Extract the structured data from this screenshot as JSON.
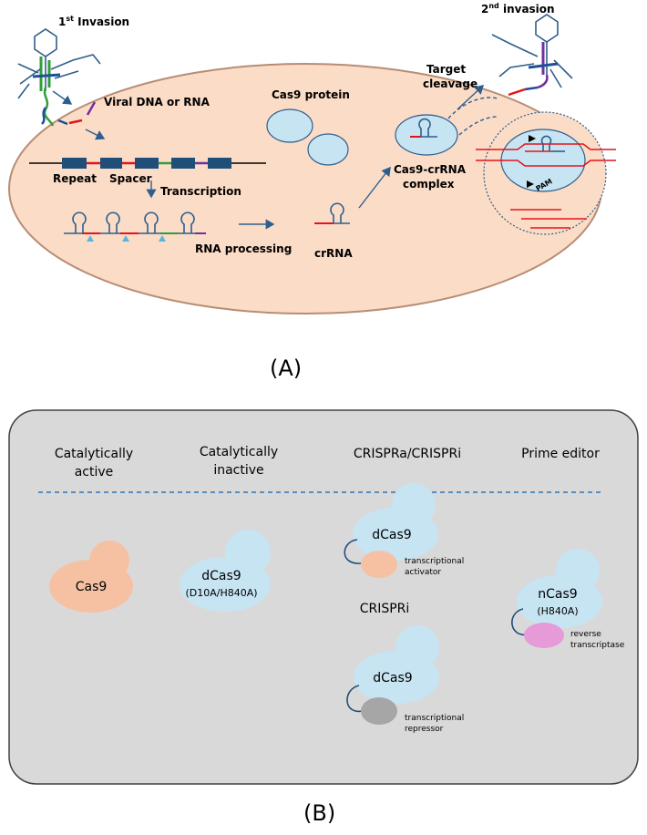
{
  "panel_a": {
    "first_invasion_label": "1",
    "first_invasion_sup": "st",
    "first_invasion_rest": " Invasion",
    "second_invasion_label": "2",
    "second_invasion_sup": "nd",
    "second_invasion_rest": " invasion",
    "viral_dna_label": "Viral DNA  or RNA",
    "repeat_label": "Repeat",
    "spacer_label": "Spacer",
    "transcription_label": "Transcription",
    "rna_processing_label": "RNA processing",
    "crrna_label": "crRNA",
    "cas9_protein_label": "Cas9 protein",
    "target_cleavage_line1": "Target",
    "target_cleavage_line2": "cleavage",
    "complex_line1": "Cas9-crRNA",
    "complex_line2": "complex",
    "pam_label": "PAM",
    "caption": "(A)",
    "colors": {
      "cell_fill": "#fbdcc7",
      "cell_stroke": "#b78d74",
      "protein_fill": "#c7e4f3",
      "dna_red": "#e4141b",
      "dna_green": "#2f9e3a",
      "dna_blue": "#1f4e9a",
      "dna_purple": "#7030a0",
      "arrow": "#2e5e8c",
      "repeat_box": "#1f4e79",
      "triangle": "#5ab3e0"
    }
  },
  "panel_b": {
    "col1_line1": "Catalytically",
    "col1_line2": "active",
    "col2_line1": "Catalytically",
    "col2_line2": "inactive",
    "col3": "CRISPRa/CRISPRi",
    "col4": "Prime editor",
    "cas9_label": "Cas9",
    "dcas9_label": "dCas9",
    "dcas9_sub": "(D10A/H840A)",
    "dcas9_a_label": "dCas9",
    "activator_line1": "transcriptional",
    "activator_line2": "activator",
    "crispri_label": "CRISPRi",
    "dcas9_i_label": "dCas9",
    "repressor_line1": "transcriptional",
    "repressor_line2": "repressor",
    "ncas9_label": "nCas9",
    "ncas9_sub": "(H840A)",
    "rt_line1": "reverse",
    "rt_line2": "transcriptase",
    "caption": "(B)",
    "colors": {
      "panel_fill": "#d9d9d9",
      "panel_stroke": "#404040",
      "cas9_fill": "#f6c1a3",
      "dcas9_fill": "#c7e4f3",
      "repressor_fill": "#a6a6a6",
      "rt_fill": "#e69ad8",
      "linker": "#1f4e79",
      "dash": "#2e75b6"
    }
  }
}
